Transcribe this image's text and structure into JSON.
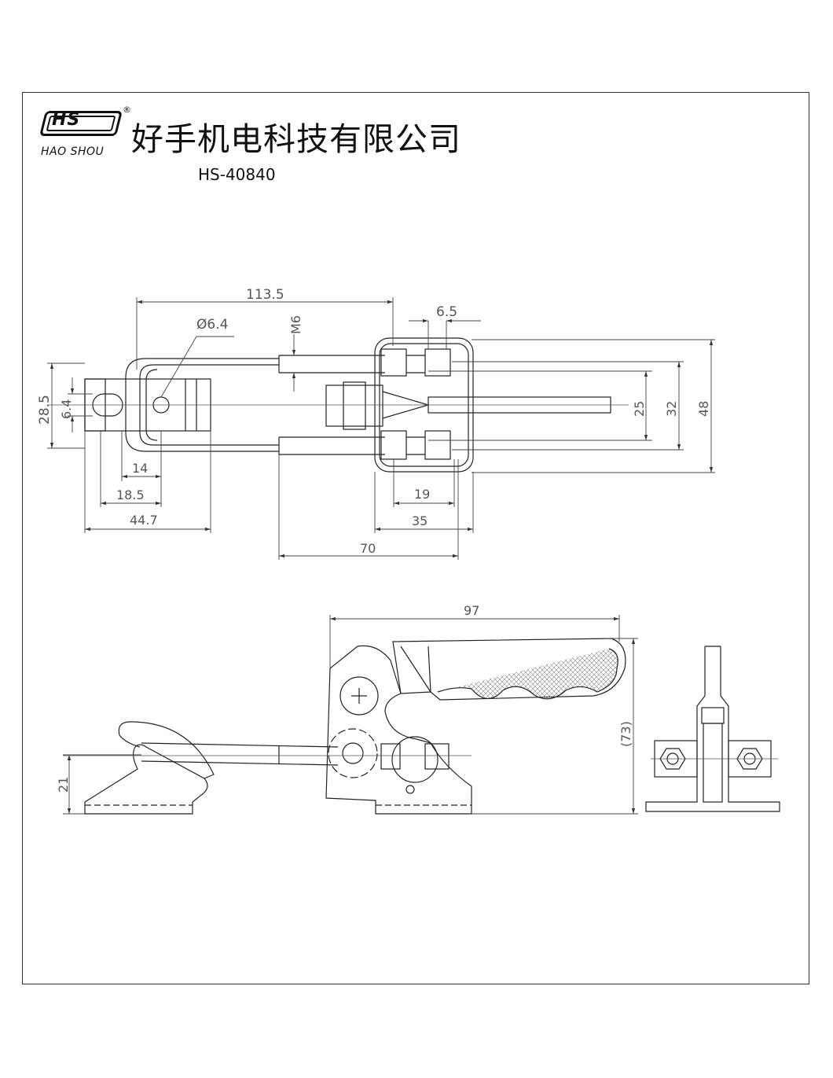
{
  "header": {
    "logo_text": "HS",
    "logo_registered": "®",
    "brand_sub": "HAO SHOU",
    "company_name": "好手机电科技有限公司",
    "model": "HS-40840"
  },
  "top_view": {
    "dim_overall_length": "113.5",
    "dim_hole_diameter": "Ø6.4",
    "dim_thread": "M6",
    "dim_bolt_width": "6.5",
    "dim_left_height": "28.5",
    "dim_slot_width": "6.4",
    "dim_hook_14": "14",
    "dim_hook_18_5": "18.5",
    "dim_hook_44_7": "44.7",
    "dim_base_19": "19",
    "dim_base_35": "35",
    "dim_base_70": "70",
    "dim_h_25": "25",
    "dim_h_32": "32",
    "dim_h_48": "48"
  },
  "side_view": {
    "dim_length_97": "97",
    "dim_height_73": "(73)",
    "dim_hook_21": "21"
  }
}
